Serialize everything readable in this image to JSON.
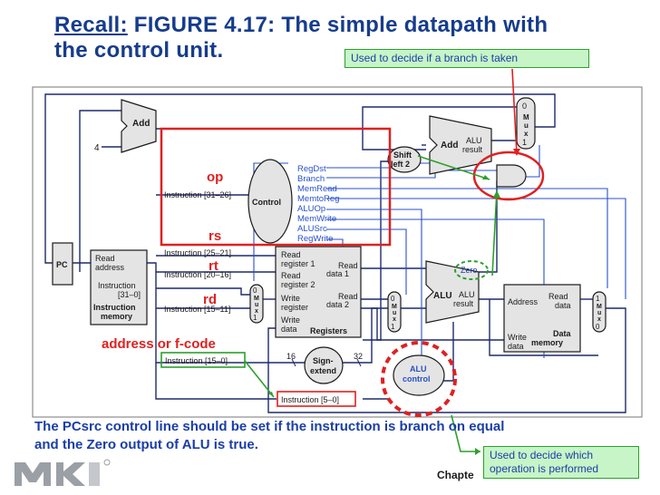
{
  "title": {
    "recall": "Recall:",
    "text_line1": " FIGURE 4.17: The simple datapath with",
    "text_line2": "the control unit."
  },
  "callouts": {
    "branch": "Used to decide  if a branch is taken",
    "alu_op_line1": "Used to decide  which",
    "alu_op_line2": "operation is performed"
  },
  "labels": {
    "op": "op",
    "rs": "rs",
    "rt": "rt",
    "rd": "rd",
    "address_fcode": "address or f-code"
  },
  "datapath": {
    "add_left": "Add",
    "four": "4",
    "add_right": "Add",
    "alu_result_top_1": "ALU",
    "alu_result_top_2": "result",
    "shift_left_1": "Shift",
    "shift_left_2": "left 2",
    "pc": "PC",
    "imem_read": "Read",
    "imem_address": "address",
    "imem_instruction": "Instruction",
    "imem_range": "[31–0]",
    "imem_name_1": "Instruction",
    "imem_name_2": "memory",
    "instr_31_26": "Instruction [31–26]",
    "control": "Control",
    "signals": [
      "RegDst",
      "Branch",
      "MemRead",
      "MemtoReg",
      "ALUOp",
      "MemWrite",
      "ALUSrc",
      "RegWrite"
    ],
    "instr_25_21": "Instruction [25–21]",
    "instr_20_16": "Instruction [20–16]",
    "instr_15_11": "Instruction [15–11]",
    "instr_15_0": "Instruction [15–0]",
    "instr_5_0": "Instruction [5–0]",
    "reg_read1_a": "Read",
    "reg_read1_b": "register 1",
    "reg_read2_a": "Read",
    "reg_read2_b": "register 2",
    "reg_write_a": "Write",
    "reg_write_b": "register",
    "reg_wdata_a": "Write",
    "reg_wdata_b": "data",
    "reg_rdata1_a": "Read",
    "reg_rdata1_b": "data 1",
    "reg_rdata2_a": "Read",
    "reg_rdata2_b": "data 2",
    "registers": "Registers",
    "sign_extend_1": "Sign-",
    "sign_extend_2": "extend",
    "bits_16": "16",
    "bits_32": "32",
    "alu_control_1": "ALU",
    "alu_control_2": "control",
    "alu_main": "ALU",
    "alu_zero": "Zero",
    "alu_result_1": "ALU",
    "alu_result_2": "result",
    "dmem_address": "Address",
    "dmem_read_1": "Read",
    "dmem_read_2": "data",
    "dmem_write_1": "Write",
    "dmem_write_2": "data",
    "dmem_name_1": "Data",
    "dmem_name_2": "memory",
    "mux_0": "0",
    "mux_1": "1",
    "mux_letters": [
      "M",
      "u",
      "x"
    ]
  },
  "caption": {
    "line1": "The PCsrc control line should be set if the instruction is branch on equal",
    "line2": "and the Zero output of ALU is true."
  },
  "footer": {
    "chapter": "Chapte"
  },
  "colors": {
    "title": "#163c8c",
    "signal_blue": "#1a3ea8",
    "highlight_red": "#e02020",
    "callout_green": "#2ca02c",
    "callout_bg": "#c7f5c7",
    "wire": "#1e2a6a"
  }
}
